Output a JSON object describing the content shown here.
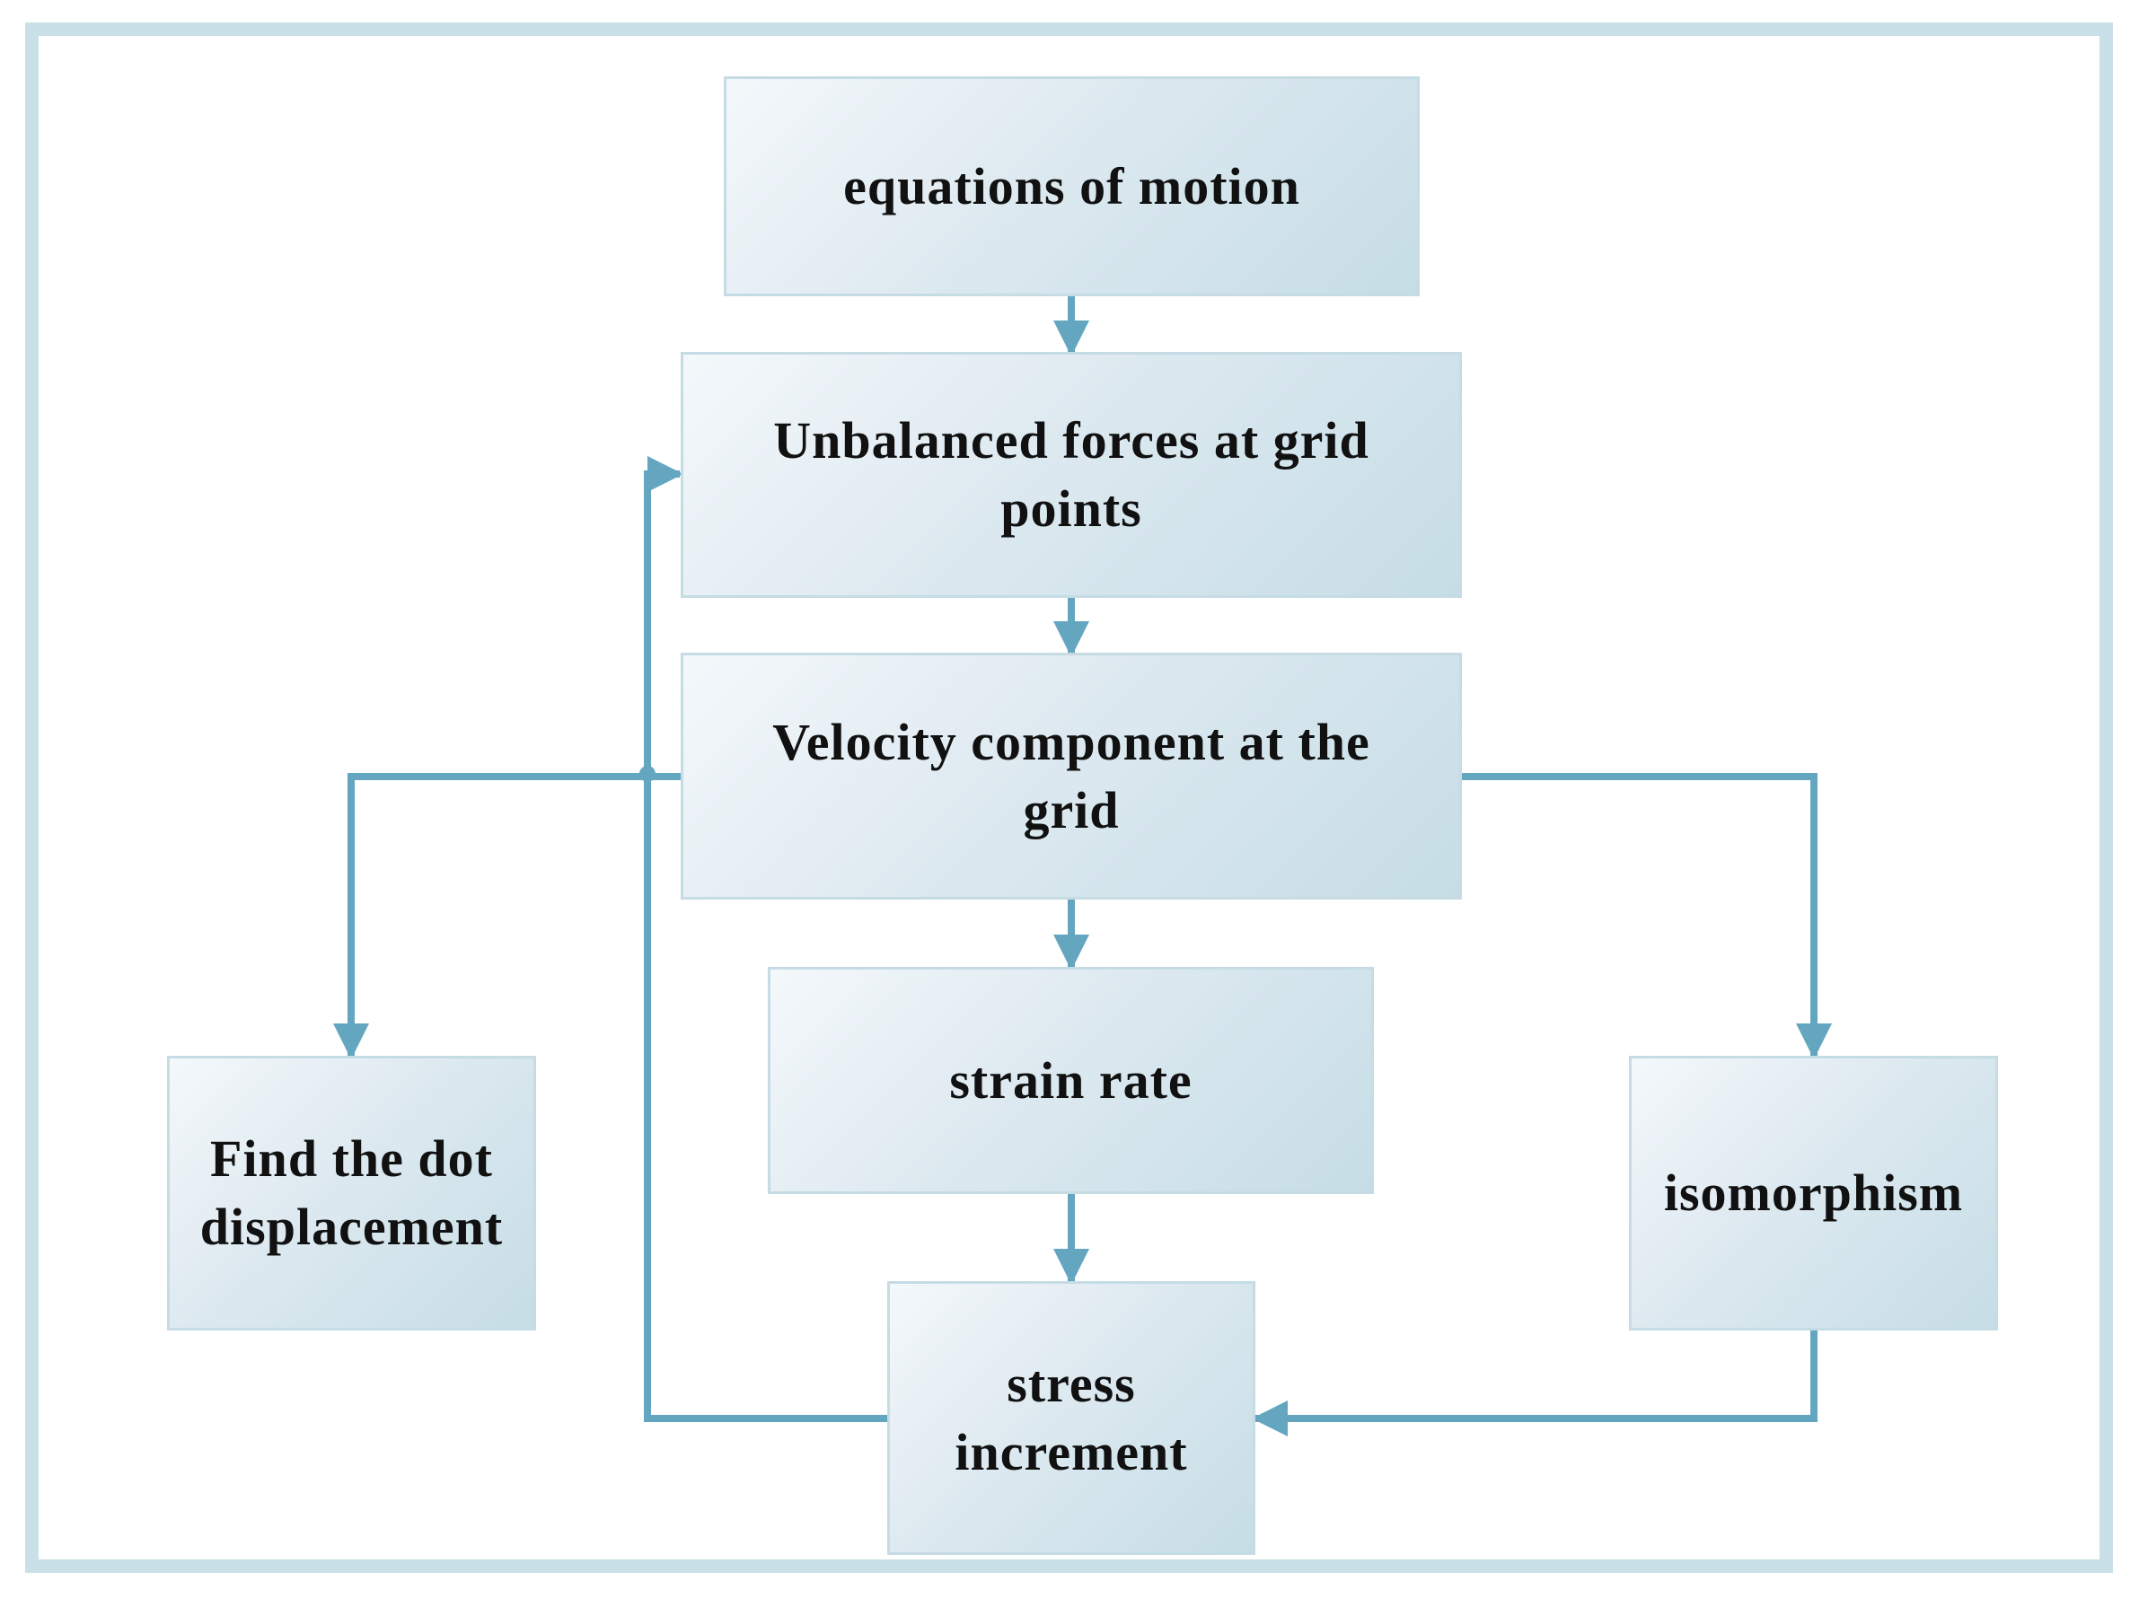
{
  "diagram": {
    "colors": {
      "connector": "#64a6c0",
      "frame": "#c9e0e8",
      "node_fill_light": "#f4f8fb",
      "node_fill_dark": "#c6dde6",
      "node_border": "#c6dce5",
      "text": "#111111"
    },
    "nodes": {
      "equations": {
        "label": "equations of motion"
      },
      "unbalanced": {
        "label": "Unbalanced forces at grid points"
      },
      "velocity": {
        "label": "Velocity component at the grid"
      },
      "strain": {
        "label": "strain rate"
      },
      "stress": {
        "label": "stress increment"
      },
      "displacement": {
        "label": "Find the dot displacement"
      },
      "isomorphism": {
        "label": "isomorphism"
      }
    },
    "edges": [
      {
        "from": "equations",
        "to": "unbalanced"
      },
      {
        "from": "unbalanced",
        "to": "velocity"
      },
      {
        "from": "velocity",
        "to": "strain"
      },
      {
        "from": "strain",
        "to": "stress"
      },
      {
        "from": "velocity",
        "to": "displacement"
      },
      {
        "from": "velocity",
        "to": "isomorphism"
      },
      {
        "from": "isomorphism",
        "to": "stress"
      },
      {
        "from": "stress",
        "to": "unbalanced"
      }
    ]
  }
}
